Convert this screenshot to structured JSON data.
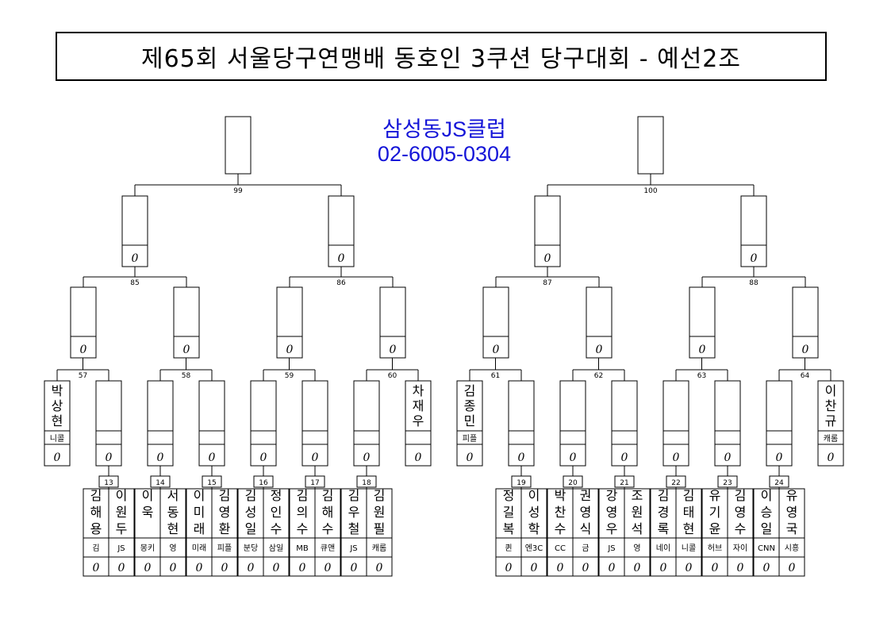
{
  "title": "제65회 서울당구연맹배 동호인 3쿠션 당구대회 - 예선2조",
  "club": {
    "name": "삼성동JS클럽",
    "phone": "02-6005-0304"
  },
  "score_mark": "0",
  "semi_labels": [
    "99",
    "100"
  ],
  "quarter_labels": [
    "85",
    "86",
    "87",
    "88"
  ],
  "round3_labels": [
    "57",
    "58",
    "59",
    "60",
    "61",
    "62",
    "63",
    "64"
  ],
  "round1_labels": [
    "13",
    "14",
    "15",
    "16",
    "17",
    "18",
    "19",
    "20",
    "21",
    "22",
    "23",
    "24"
  ],
  "seeds": [
    {
      "name": "박상현",
      "club": "니콜"
    },
    {
      "name": "차재우",
      "club": ""
    },
    {
      "name": "김종민",
      "club": "피플"
    },
    {
      "name": "이찬규",
      "club": "캐롬"
    }
  ],
  "players": [
    {
      "name": "김해용",
      "club": "김"
    },
    {
      "name": "이원두",
      "club": "JS"
    },
    {
      "name": "이욱",
      "club": "몽키"
    },
    {
      "name": "서동현",
      "club": "영"
    },
    {
      "name": "이미래",
      "club": "미래"
    },
    {
      "name": "김영환",
      "club": "피플"
    },
    {
      "name": "김성일",
      "club": "분당"
    },
    {
      "name": "정인수",
      "club": "삼일"
    },
    {
      "name": "김의수",
      "club": "MB"
    },
    {
      "name": "김해수",
      "club": "큐앤"
    },
    {
      "name": "김우철",
      "club": "JS"
    },
    {
      "name": "김원필",
      "club": "캐롬"
    },
    {
      "name": "정길복",
      "club": "퀸"
    },
    {
      "name": "이성학",
      "club": "엔3C"
    },
    {
      "name": "박찬수",
      "club": "CC"
    },
    {
      "name": "권영식",
      "club": "금"
    },
    {
      "name": "강영우",
      "club": "JS"
    },
    {
      "name": "조원석",
      "club": "영"
    },
    {
      "name": "김경록",
      "club": "네이"
    },
    {
      "name": "김태현",
      "club": "니콜"
    },
    {
      "name": "유기윤",
      "club": "허브"
    },
    {
      "name": "김영수",
      "club": "자이"
    },
    {
      "name": "이승일",
      "club": "CNN"
    },
    {
      "name": "유영국",
      "club": "시흥"
    }
  ]
}
